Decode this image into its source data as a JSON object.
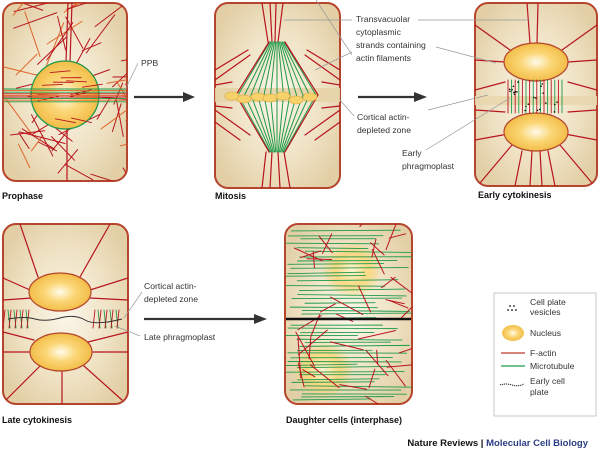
{
  "panels": {
    "prophase": {
      "caption": "Prophase",
      "labels": {
        "ppb": "PPB"
      }
    },
    "mitosis": {
      "caption": "Mitosis"
    },
    "early_cytokinesis": {
      "caption": "Early cytokinesis"
    },
    "late_cytokinesis": {
      "caption": "Late cytokinesis"
    },
    "daughter_cells": {
      "caption": "Daughter cells (interphase)"
    }
  },
  "annotations": {
    "transvacuolar": [
      "Transvacuolar",
      "cytoplasmic",
      "strands containing",
      "actin filaments"
    ],
    "cortical_actin_depleted_top": [
      "Cortical actin-",
      "depleted zone"
    ],
    "early_phragmoplast": [
      "Early",
      "phragmoplast"
    ],
    "cortical_actin_depleted_bottom": [
      "Cortical actin-",
      "depleted zone"
    ],
    "late_phragmoplast": "Late phragmoplast"
  },
  "legend": {
    "items": [
      {
        "icon": "cell-plate-vesicles-icon",
        "label": [
          "Cell plate",
          "vesicles"
        ]
      },
      {
        "icon": "nucleus-icon",
        "label": [
          "Nucleus"
        ]
      },
      {
        "icon": "f-actin-line-icon",
        "label": [
          "F-actin"
        ],
        "color": "#c0392b"
      },
      {
        "icon": "microtubule-line-icon",
        "label": [
          "Microtubule"
        ],
        "color": "#1e9a4a"
      },
      {
        "icon": "early-cell-plate-icon",
        "label": [
          "Early cell",
          "plate"
        ]
      }
    ]
  },
  "footer": {
    "publisher": "Nature Reviews",
    "separator": " | ",
    "journal": "Molecular Cell Biology"
  },
  "colors": {
    "cell_fill": "#e8d6b0",
    "cell_border": "#b5452c",
    "actin": "#b8141e",
    "actin_light": "#e0642a",
    "microtubule": "#1e9a4a",
    "nucleus": "#f7c95a",
    "arrow": "#333333",
    "journal": "#2b3e83"
  }
}
